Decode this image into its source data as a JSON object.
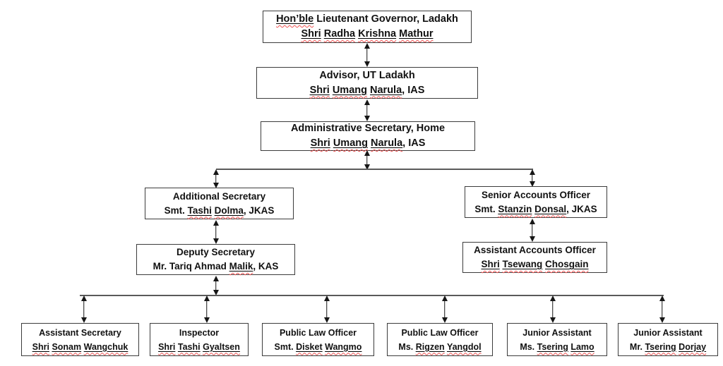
{
  "colors": {
    "canvas": "#ffffff",
    "box-border": "#3c3c3c",
    "text": "#111111",
    "underline": "#000000",
    "wavy": "#f05454",
    "arrow": "#161616",
    "branch-line": "#5a5a5a"
  },
  "chart_data": {
    "type": "org-chart",
    "nodes": {
      "lg": {
        "title": "Hon’ble Lieutenant Governor, Ladakh",
        "person": "Shri Radha Krishna Mathur",
        "line1": [
          {
            "t": "Hon’ble",
            "u": true
          },
          {
            "t": " Lieutenant Governor, Ladakh",
            "u": false
          }
        ],
        "line2": [
          {
            "t": "Shri",
            "u": true
          },
          {
            "t": " ",
            "u": false
          },
          {
            "t": "Radha",
            "u": true
          },
          {
            "t": " ",
            "u": false
          },
          {
            "t": "Krishna",
            "u": true
          },
          {
            "t": " ",
            "u": false
          },
          {
            "t": "Mathur",
            "u": true
          }
        ]
      },
      "advisor": {
        "title": "Advisor, UT Ladakh",
        "person": "Shri Umang Narula, IAS",
        "line1": [
          {
            "t": "Advisor, UT Ladakh",
            "u": false
          }
        ],
        "line2": [
          {
            "t": "Shri",
            "u": true
          },
          {
            "t": " ",
            "u": false
          },
          {
            "t": "Umang",
            "u": true
          },
          {
            "t": " ",
            "u": false
          },
          {
            "t": "Narula",
            "u": true
          },
          {
            "t": ", IAS",
            "u": false
          }
        ]
      },
      "home_secretary": {
        "title": "Administrative Secretary, Home",
        "person": "Shri Umang Narula, IAS",
        "line1": [
          {
            "t": "Administrative Secretary, Home",
            "u": false
          }
        ],
        "line2": [
          {
            "t": "Shri",
            "u": true
          },
          {
            "t": " ",
            "u": false
          },
          {
            "t": "Umang",
            "u": true
          },
          {
            "t": " ",
            "u": false
          },
          {
            "t": "Narula",
            "u": true
          },
          {
            "t": ", IAS",
            "u": false
          }
        ]
      },
      "additional_secretary": {
        "title": "Additional Secretary",
        "person": "Smt. Tashi Dolma, JKAS",
        "line1": [
          {
            "t": "Additional Secretary",
            "u": false
          }
        ],
        "line2": [
          {
            "t": "Smt. ",
            "u": false
          },
          {
            "t": "Tashi",
            "u": true
          },
          {
            "t": " ",
            "u": false
          },
          {
            "t": "Dolma",
            "u": true
          },
          {
            "t": ", JKAS",
            "u": false
          }
        ]
      },
      "senior_accounts_officer": {
        "title": "Senior Accounts Officer",
        "person": "Smt. Stanzin Donsal, JKAS",
        "line1": [
          {
            "t": "Senior Accounts Officer",
            "u": false
          }
        ],
        "line2": [
          {
            "t": "Smt. ",
            "u": false
          },
          {
            "t": "Stanzin",
            "u": true
          },
          {
            "t": " ",
            "u": false
          },
          {
            "t": "Donsal",
            "u": true
          },
          {
            "t": ", JKAS",
            "u": false
          }
        ]
      },
      "deputy_secretary": {
        "title": "Deputy Secretary",
        "person": "Mr. Tariq Ahmad Malik, KAS",
        "line1": [
          {
            "t": "Deputy Secretary",
            "u": false
          }
        ],
        "line2": [
          {
            "t": "Mr. Tariq Ahmad ",
            "u": false
          },
          {
            "t": "Malik",
            "u": true
          },
          {
            "t": ", KAS",
            "u": false
          }
        ]
      },
      "assistant_accounts_officer": {
        "title": "Assistant Accounts Officer",
        "person": "Shri Tsewang Chosgain",
        "line1": [
          {
            "t": "Assistant Accounts Officer",
            "u": false
          }
        ],
        "line2": [
          {
            "t": "Shri",
            "u": true
          },
          {
            "t": " ",
            "u": false
          },
          {
            "t": "Tsewang",
            "u": true
          },
          {
            "t": " ",
            "u": false
          },
          {
            "t": "Chosgain",
            "u": true
          }
        ]
      },
      "assistant_secretary": {
        "title": "Assistant Secretary",
        "person": "Shri Sonam Wangchuk",
        "line1": [
          {
            "t": "Assistant Secretary",
            "u": false
          }
        ],
        "line2": [
          {
            "t": "Shri",
            "u": true
          },
          {
            "t": " ",
            "u": false
          },
          {
            "t": "Sonam",
            "u": true
          },
          {
            "t": " ",
            "u": false
          },
          {
            "t": "Wangchuk",
            "u": true
          }
        ]
      },
      "inspector": {
        "title": "Inspector",
        "person": "Shri Tashi Gyaltsen",
        "line1": [
          {
            "t": "Inspector",
            "u": false
          }
        ],
        "line2": [
          {
            "t": "Shri",
            "u": true
          },
          {
            "t": " ",
            "u": false
          },
          {
            "t": "Tashi",
            "u": true
          },
          {
            "t": " ",
            "u": false
          },
          {
            "t": "Gyaltsen",
            "u": true
          }
        ]
      },
      "plo1": {
        "title": "Public Law Officer",
        "person": "Smt. Disket Wangmo",
        "line1": [
          {
            "t": "Public Law Officer",
            "u": false
          }
        ],
        "line2": [
          {
            "t": "Smt. ",
            "u": false
          },
          {
            "t": "Disket",
            "u": true
          },
          {
            "t": " ",
            "u": false
          },
          {
            "t": "Wangmo",
            "u": true
          }
        ]
      },
      "plo2": {
        "title": "Public Law Officer",
        "person": "Ms. Rigzen Yangdol",
        "line1": [
          {
            "t": "Public Law Officer",
            "u": false
          }
        ],
        "line2": [
          {
            "t": "Ms. ",
            "u": false
          },
          {
            "t": "Rigzen",
            "u": true
          },
          {
            "t": " ",
            "u": false
          },
          {
            "t": "Yangdol",
            "u": true
          }
        ]
      },
      "ja1": {
        "title": "Junior Assistant",
        "person": "Ms. Tsering Lamo",
        "line1": [
          {
            "t": "Junior Assistant",
            "u": false
          }
        ],
        "line2": [
          {
            "t": "Ms. ",
            "u": false
          },
          {
            "t": "Tsering",
            "u": true
          },
          {
            "t": " ",
            "u": false
          },
          {
            "t": "Lamo",
            "u": true
          }
        ]
      },
      "ja2": {
        "title": "Junior Assistant",
        "person": "Mr. Tsering Dorjay",
        "line1": [
          {
            "t": "Junior Assistant",
            "u": false
          }
        ],
        "line2": [
          {
            "t": "Mr. ",
            "u": false
          },
          {
            "t": "Tsering",
            "u": true
          },
          {
            "t": " ",
            "u": false
          },
          {
            "t": "Dorjay",
            "u": true
          }
        ]
      }
    },
    "edges": [
      {
        "from": "lg",
        "to": "advisor",
        "bidirectional": true
      },
      {
        "from": "advisor",
        "to": "home_secretary",
        "bidirectional": true
      },
      {
        "from": "home_secretary",
        "to": "additional_secretary",
        "bidirectional": true
      },
      {
        "from": "home_secretary",
        "to": "senior_accounts_officer",
        "bidirectional": true
      },
      {
        "from": "additional_secretary",
        "to": "deputy_secretary",
        "bidirectional": true
      },
      {
        "from": "senior_accounts_officer",
        "to": "assistant_accounts_officer",
        "bidirectional": true
      },
      {
        "from": "deputy_secretary",
        "to": "assistant_secretary",
        "bidirectional": true
      },
      {
        "from": "deputy_secretary",
        "to": "inspector",
        "bidirectional": true
      },
      {
        "from": "deputy_secretary",
        "to": "plo1",
        "bidirectional": true
      },
      {
        "from": "deputy_secretary",
        "to": "plo2",
        "bidirectional": true
      },
      {
        "from": "deputy_secretary",
        "to": "ja1",
        "bidirectional": true
      },
      {
        "from": "deputy_secretary",
        "to": "ja2",
        "bidirectional": true
      }
    ]
  }
}
